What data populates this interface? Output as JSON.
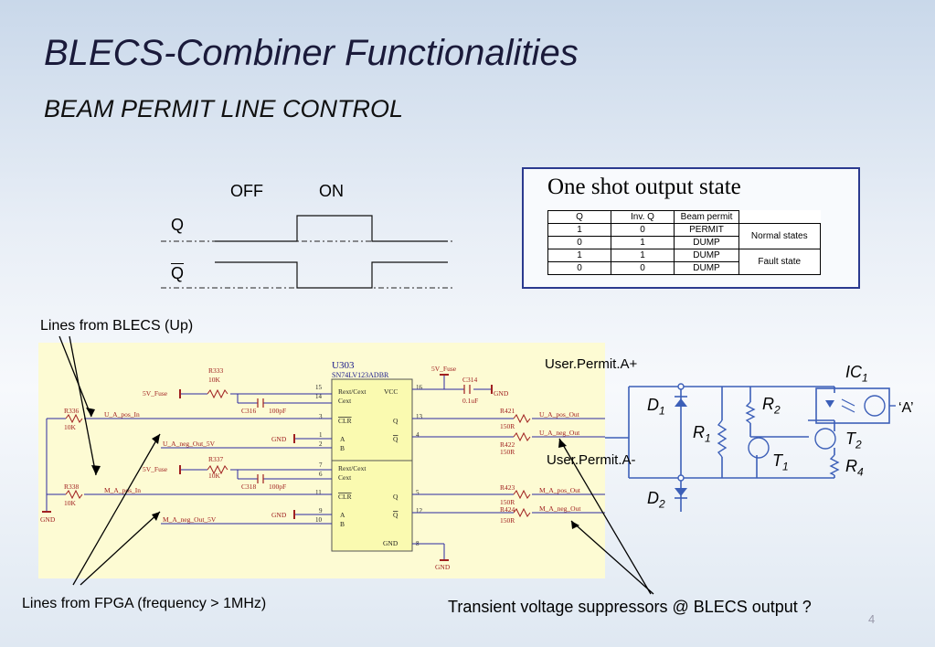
{
  "slide": {
    "title": "BLECS-Combiner Functionalities",
    "subtitle": "BEAM PERMIT LINE CONTROL",
    "page_number": "4"
  },
  "timing": {
    "off_label": "OFF",
    "on_label": "ON",
    "q_label": "Q",
    "qbar_label": "Q"
  },
  "state_table": {
    "title": "One shot output state",
    "headers": [
      "Q",
      "Inv. Q",
      "Beam permit"
    ],
    "rows": [
      [
        "1",
        "0",
        "PERMIT"
      ],
      [
        "0",
        "1",
        "DUMP"
      ],
      [
        "1",
        "1",
        "DUMP"
      ],
      [
        "0",
        "0",
        "DUMP"
      ]
    ],
    "groups": [
      "Normal states",
      "Fault state"
    ]
  },
  "annotations": {
    "lines_blecs": "Lines from BLECS (Up)",
    "lines_fpga": "Lines from FPGA (frequency > 1MHz)",
    "tvs": "Transient voltage suppressors @ BLECS output ?"
  },
  "schematic": {
    "ic_name": "U303",
    "ic_part": "SN74LV123ADBR",
    "fuse": "5V_Fuse",
    "gnd": "GND",
    "vcc": "VCC",
    "u_a_pos_in": "U_A_pos_In",
    "u_a_neg_out_5v": "U_A_neg_Out_5V",
    "m_a_pos_in": "M_A_pos_In",
    "m_a_neg_out_5v": "M_A_neg_Out_5V",
    "u_a_pos_out": "U_A_pos_Out",
    "u_a_neg_out": "U_A_neg_Out",
    "m_a_pos_out": "M_A_pos_Out",
    "m_a_neg_out": "M_A_neg_Out",
    "r333": "R333",
    "r336": "R336",
    "r337": "R337",
    "r338": "R338",
    "r421": "R421",
    "r422": "R422",
    "r423": "R423",
    "r424": "R424",
    "c316": "C316",
    "c318": "C318",
    "c314": "C314",
    "v10k": "10K",
    "v100pf": "100pF",
    "v150r": "150R",
    "v01uf": "0.1uF",
    "rextcext": "Rext/Cext",
    "cext": "Cext",
    "clr": "CLR",
    "pin_a": "A",
    "pin_b": "B",
    "pin_q": "Q",
    "pin_qbar": "Q",
    "pins": [
      "15",
      "14",
      "3",
      "1",
      "2",
      "4",
      "13",
      "7",
      "6",
      "11",
      "9",
      "10",
      "5",
      "12",
      "16",
      "8"
    ]
  },
  "circuit": {
    "permit_pos": "User.Permit.A+",
    "permit_neg": "User.Permit.A-",
    "ic1": "IC",
    "ic1_sub": "1",
    "d1": "D",
    "d1_sub": "1",
    "d2": "D",
    "d2_sub": "2",
    "r1": "R",
    "r1_sub": "1",
    "r2": "R",
    "r2_sub": "2",
    "r4": "R",
    "r4_sub": "4",
    "t1": "T",
    "t1_sub": "1",
    "t2": "T",
    "t2_sub": "2",
    "a_label": "‘A’"
  }
}
